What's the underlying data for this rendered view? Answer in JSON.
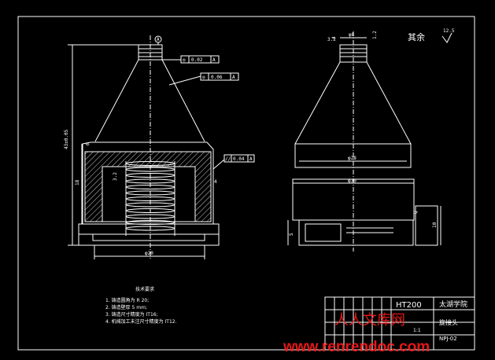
{
  "title_block": {
    "material": "HT200",
    "school": "太湖学院",
    "part_name": "旋接头",
    "drawing_no": "NPJ-02",
    "scale": "1:1"
  },
  "roughness_note": {
    "prefix": "其余",
    "value": "12.5"
  },
  "tech_requirements": {
    "title": "技术要求",
    "items": [
      "1. 铸造圆角为 R 20;",
      "2. 铸造壁厚 5 mm;",
      "3. 铸造尺寸精度为 IT16;",
      "4. 机械加工未注尺寸精度为 IT12."
    ]
  },
  "tolerance_frames": [
    {
      "symbol": "◎",
      "value": "0.02",
      "datum": "A"
    },
    {
      "symbol": "◎",
      "value": "0.06",
      "datum": "A"
    },
    {
      "symbol": "//",
      "value": "0.04",
      "datum": "A"
    }
  ],
  "datum_label": "A",
  "dimensions": {
    "overall_height": "43±0.05",
    "body_height": "18",
    "base_diameter": "φ20",
    "top_diameter": "φ8",
    "mid_diameter": "φ28",
    "body_diameter": "φ30",
    "side_dim_4": "4",
    "side_dim_10": "10",
    "side_dim_5": "5",
    "left_dim_6": "6",
    "top_small_a": "3.2",
    "top_small_b": "4",
    "top_small_c": "1.2",
    "roughness_local": "3.2",
    "right_Q": "Q"
  },
  "watermark": {
    "logo_text": "人人文库网",
    "url": "www.renrendoc.com"
  }
}
